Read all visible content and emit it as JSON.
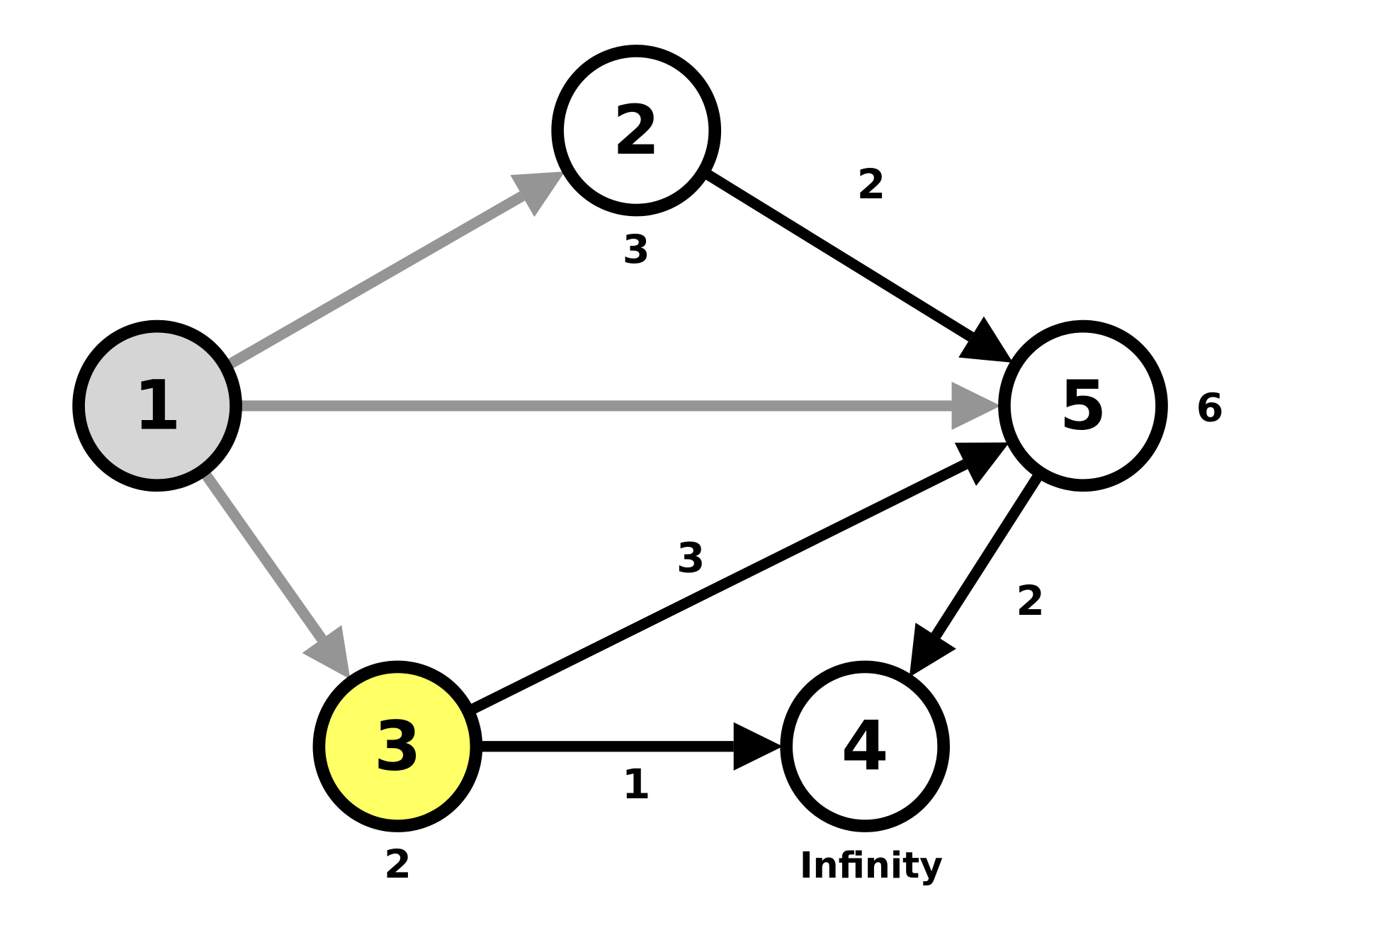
{
  "colors": {
    "visited_edge": "#959595",
    "edge": "#000000",
    "start_node": "#d5d5d5",
    "current_node": "#ffff66",
    "node": "#ffffff",
    "stroke": "#000000"
  },
  "nodes": [
    {
      "id": "1",
      "label": "1",
      "distance": "",
      "state": "start"
    },
    {
      "id": "2",
      "label": "2",
      "distance": "3",
      "state": "normal"
    },
    {
      "id": "3",
      "label": "3",
      "distance": "2",
      "state": "current"
    },
    {
      "id": "4",
      "label": "4",
      "distance": "Infinity",
      "state": "normal"
    },
    {
      "id": "5",
      "label": "5",
      "distance": "6",
      "state": "normal"
    }
  ],
  "edges": [
    {
      "from": "1",
      "to": "2",
      "weight": "",
      "state": "visited"
    },
    {
      "from": "1",
      "to": "5",
      "weight": "",
      "state": "visited"
    },
    {
      "from": "1",
      "to": "3",
      "weight": "",
      "state": "visited"
    },
    {
      "from": "2",
      "to": "5",
      "weight": "2",
      "state": "normal"
    },
    {
      "from": "3",
      "to": "5",
      "weight": "3",
      "state": "normal"
    },
    {
      "from": "3",
      "to": "4",
      "weight": "1",
      "state": "normal"
    },
    {
      "from": "5",
      "to": "4",
      "weight": "2",
      "state": "normal"
    }
  ]
}
